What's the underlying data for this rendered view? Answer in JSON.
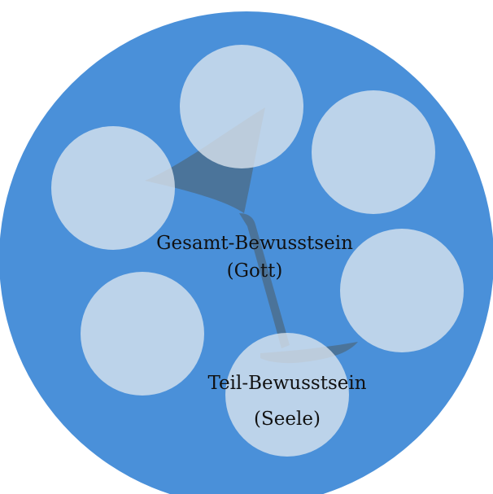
{
  "diagram": {
    "colors": {
      "background": "#ffffff",
      "outer_circle": "#4a90d9",
      "inner_circle": "#c5d4e3",
      "glass": "#5a6f80",
      "text": "#111111"
    },
    "labels": {
      "whole_line1": "Gesamt-Bewusstsein",
      "whole_line2": "(Gott)",
      "part_line1": "Teil-Bewusstsein",
      "part_line2": "(Seele)"
    },
    "inner_circle_count": 6,
    "glass_icon": "martini-glass-icon"
  }
}
